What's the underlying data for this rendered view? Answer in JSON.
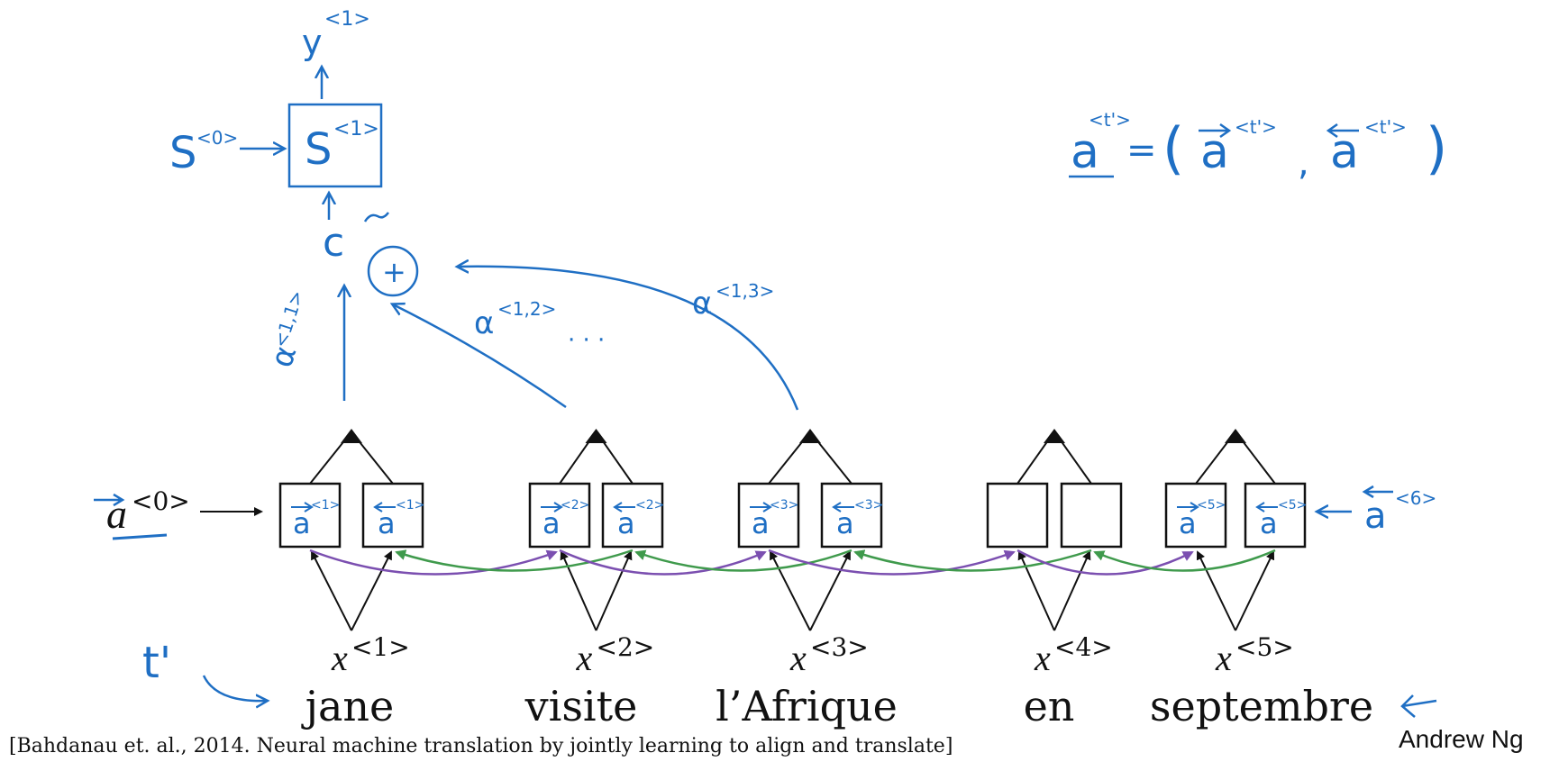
{
  "colors": {
    "ink": "#111111",
    "annotation_blue": "#1f6fc4",
    "forward_arrow_purple": "#7b4fb0",
    "backward_arrow_green": "#3f9a4c"
  },
  "decoder": {
    "output": {
      "base": "y",
      "sup": "<1>"
    },
    "state_box": {
      "base": "S",
      "sup": "<1>"
    },
    "initial_state": {
      "base": "S",
      "sup": "<0>"
    },
    "context": "c",
    "sum_symbol": "+",
    "dots": "· · ·"
  },
  "attention_weights": [
    {
      "base": "α",
      "sup": "<1,1>"
    },
    {
      "base": "α",
      "sup": "<1,2>"
    },
    {
      "base": "α",
      "sup": "<1,3>"
    }
  ],
  "formula": {
    "lhs_base": "a",
    "lhs_sup": "<t'>",
    "equals": "=",
    "open": "(",
    "fwd_base": "a",
    "fwd_sup": "<t'>",
    "comma": ",",
    "bwd_base": "a",
    "bwd_sup": "<t'>",
    "close": ")"
  },
  "encoder": {
    "initial_forward": {
      "base": "a",
      "sup": "<0>"
    },
    "initial_backward": {
      "base": "a",
      "sup": "<6>"
    },
    "timesteps": [
      {
        "fwd": "a<1>",
        "bwd": "a<1>",
        "x_base": "x",
        "x_sup": "<1>",
        "word": "jane"
      },
      {
        "fwd": "a<2>",
        "bwd": "a<2>",
        "x_base": "x",
        "x_sup": "<2>",
        "word": "visite"
      },
      {
        "fwd": "a<3>",
        "bwd": "a<3>",
        "x_base": "x",
        "x_sup": "<3>",
        "word": "l’Afrique"
      },
      {
        "fwd": "",
        "bwd": "",
        "x_base": "x",
        "x_sup": "<4>",
        "word": "en"
      },
      {
        "fwd": "a<5>",
        "bwd": "a<5>",
        "x_base": "x",
        "x_sup": "<5>",
        "word": "septembre"
      }
    ]
  },
  "t_prime_label": "t'",
  "citation": "[Bahdanau et. al., 2014. Neural machine translation by jointly learning to align and translate]",
  "author": "Andrew Ng"
}
